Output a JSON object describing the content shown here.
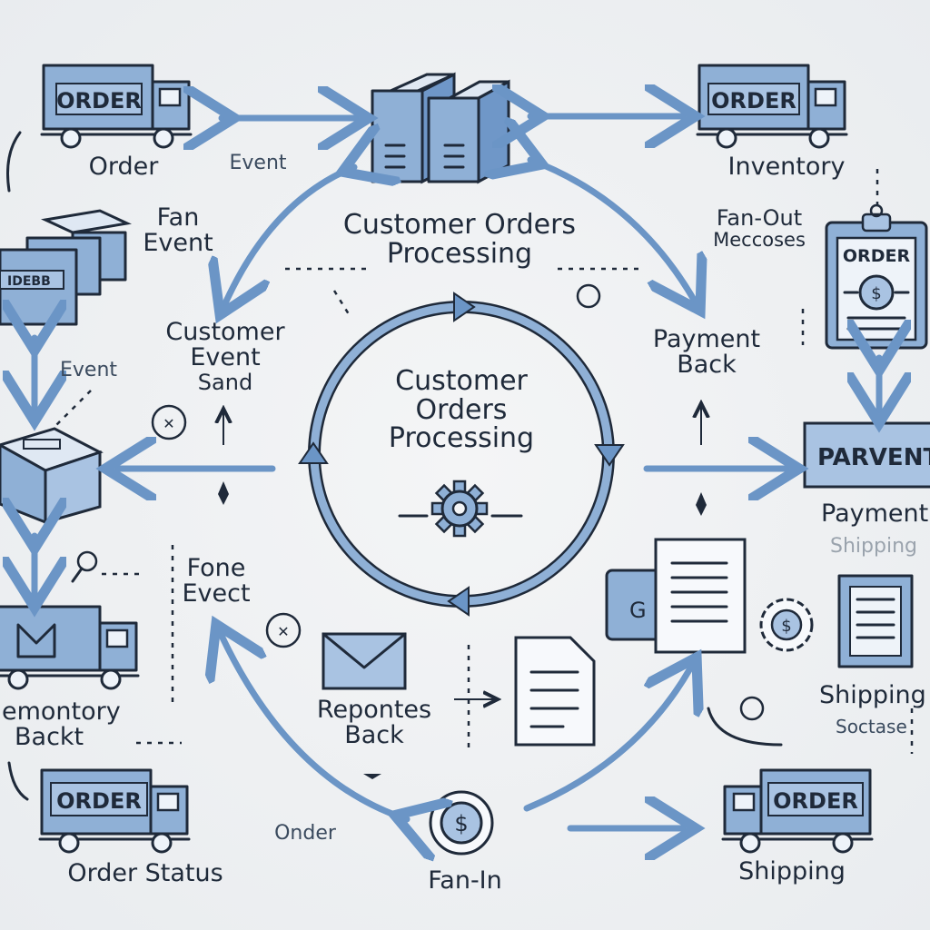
{
  "diagram": {
    "center_title": [
      "Customer",
      "Orders",
      "Processing"
    ],
    "top_title": [
      "Customer Orders",
      "Processing"
    ],
    "truck_label": "ORDER",
    "clipboard_label": "ORDER",
    "payment_box": "PARVENT",
    "small_box_label": "IDEBB",
    "labels": {
      "order": "Order",
      "event_top": "Event",
      "inventory": "Inventory",
      "fan_event": [
        "Fan",
        "Event"
      ],
      "fanout": [
        "Fan-Out",
        "Meccoses"
      ],
      "customer_event": [
        "Customer",
        "Event",
        "Sand"
      ],
      "event_left": "Event",
      "payment_back": [
        "Payment",
        "Back"
      ],
      "payment_right": "Payment",
      "shipping_faint": "Shipping",
      "fone_evect": [
        "Fone",
        "Evect"
      ],
      "inventory_back": [
        "emontory",
        "Backt"
      ],
      "repontes_back": [
        "Repontes",
        "Back"
      ],
      "shipping_right": "Shipping",
      "soctase": "Soctase",
      "order_status": "Order Status",
      "onder": "Onder",
      "fan_in": "Fan-In",
      "shipping_bottom": "Shipping"
    },
    "colors": {
      "accent": "#8fb0d6",
      "arrow": "#6b95c6",
      "ink": "#1f2a3a"
    }
  }
}
